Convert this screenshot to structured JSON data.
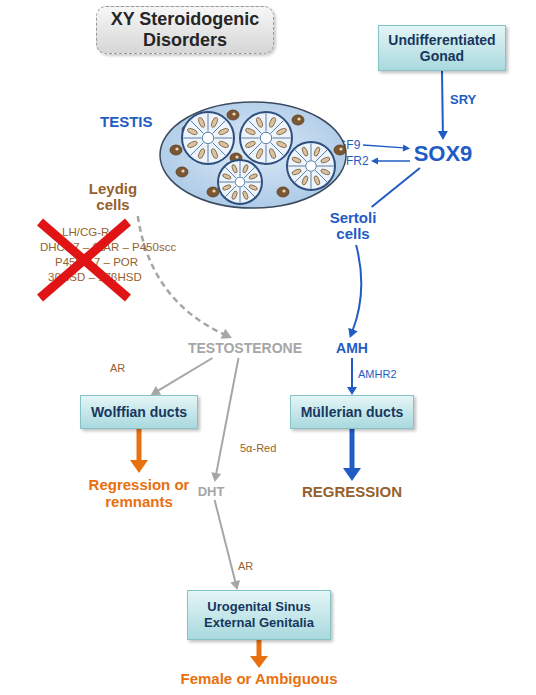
{
  "diagram": {
    "title": "XY Steroidogenic Disorders",
    "nodes": [
      {
        "text": [
          "Undifferentiated Gonad"
        ]
      },
      {
        "text": [
          "SOX9"
        ]
      },
      {
        "text": [
          "FGF9"
        ]
      },
      {
        "text": [
          "FGFR2"
        ]
      },
      {
        "text": [
          "TESTIS"
        ]
      },
      {
        "text": [
          "Leydig cells"
        ]
      },
      {
        "text": [
          "Sertoli cells"
        ]
      },
      {
        "text": [
          "TESTOSTERONE"
        ]
      },
      {
        "text": [
          "AMH"
        ]
      },
      {
        "text": [
          "Wolffian ducts"
        ]
      },
      {
        "text": [
          "Müllerian ducts"
        ]
      },
      {
        "text": [
          "Regression or remnants"
        ]
      },
      {
        "text": [
          "REGRESSION"
        ]
      },
      {
        "text": [
          "DHT"
        ]
      },
      {
        "text": [
          "Urogenital Sinus External Genitalia"
        ]
      },
      {
        "text": [
          "Female or Ambiguous"
        ]
      }
    ],
    "edges": [
      {
        "from": 0,
        "to": 1,
        "label": "SRY",
        "arrow": "to"
      },
      {
        "from": 2,
        "to": 1,
        "arrow": "to"
      },
      {
        "from": 1,
        "to": 3,
        "arrow": "to"
      },
      {
        "from": 1,
        "to": 6,
        "arrow": "none"
      },
      {
        "from": 6,
        "to": 8,
        "arrow": "to"
      },
      {
        "from": 5,
        "to": 7,
        "arrow": "to"
      },
      {
        "from": 8,
        "to": 10,
        "label": "AMHR2",
        "arrow": "to"
      },
      {
        "from": 7,
        "to": 9,
        "label": "AR",
        "arrow": "to"
      },
      {
        "from": 7,
        "to": 13,
        "label": "5α-Red",
        "arrow": "to"
      },
      {
        "from": 13,
        "to": 14,
        "label": "AR",
        "arrow": "to"
      },
      {
        "from": 9,
        "to": 11,
        "arrow": "to"
      },
      {
        "from": 10,
        "to": 12,
        "arrow": "to"
      },
      {
        "from": 14,
        "to": 15,
        "arrow": "to"
      }
    ],
    "labels": [
      "LH/CG-R",
      "DHCR7 – StAR – P450scc",
      "P450c17 – POR",
      "3βHSD – 17βHSD"
    ]
  }
}
